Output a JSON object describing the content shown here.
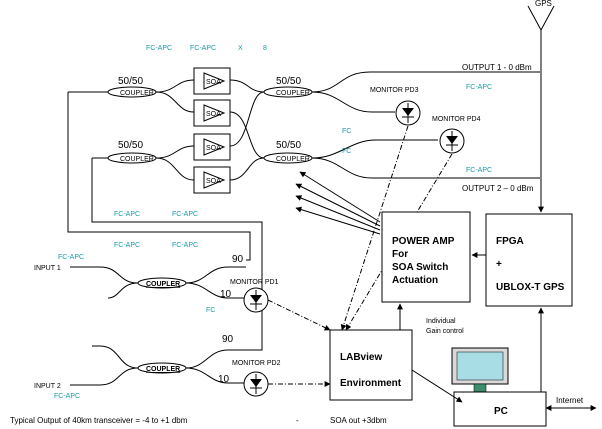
{
  "antenna": {
    "label": "GPS"
  },
  "fc_apc_top": [
    "FC-APC",
    "FC-APC"
  ],
  "x_mult": [
    "X",
    "8"
  ],
  "couplers": {
    "ratio_50_50": "50/50",
    "label": "COUPLER",
    "ratio_90": "90",
    "ratio_10": "10"
  },
  "soa": {
    "label": "SOA"
  },
  "outputs": {
    "out1": "OUTPUT 1 - 0 dBm",
    "out2": "OUTPUT 2 – 0 dBm"
  },
  "monitors": {
    "pd1": "MONITOR PD1",
    "pd2": "MONITOR PD2",
    "pd3": "MONITOR PD3",
    "pd4": "MONITOR PD4"
  },
  "connectors": {
    "fc_apc": "FC-APC",
    "fc": "FC"
  },
  "inputs": {
    "in1": "INPUT 1",
    "in2": "INPUT 2"
  },
  "power_amp": {
    "line1": "POWER AMP",
    "line2": "For",
    "line3": "SOA Switch",
    "line4": "Actuation"
  },
  "fpga": {
    "line1": "FPGA",
    "line2": "+",
    "line3": "UBLOX-T GPS"
  },
  "labview": {
    "line1": "LABview",
    "line2": "Environment"
  },
  "gain_control": {
    "line1": "Individual",
    "line2": "Gain control"
  },
  "pc": {
    "label": "PC"
  },
  "internet": {
    "label": "Internet"
  },
  "footer": {
    "left": "Typical Output of 40km transceiver = -4 to +1 dbm",
    "dash": "-",
    "right": "SOA out +3dbm"
  },
  "colors": {
    "teal": "#1a9aa8",
    "monitor_screen": "#a8dde6",
    "monitor_body": "#d9d9d9"
  }
}
